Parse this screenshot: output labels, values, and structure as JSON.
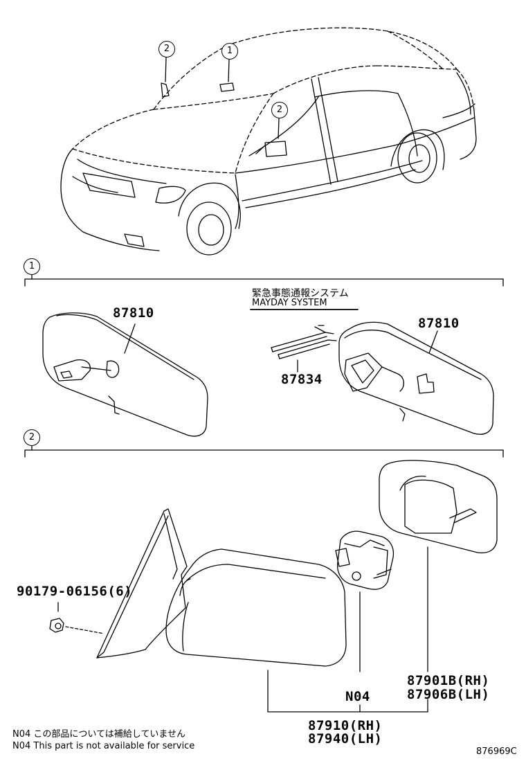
{
  "callouts": {
    "one": "1",
    "two": "2"
  },
  "section1": {
    "marker": "1",
    "system_label_jp": "緊急事態通報システム",
    "system_label_en": "MAYDAY SYSTEM",
    "part_left": "87810",
    "part_right": "87810",
    "part_clip": "87834"
  },
  "section2": {
    "marker": "2",
    "bolt": "90179-06156(6)",
    "glass_rh": "87901B(RH)",
    "glass_lh": "87906B(LH)",
    "n04": "N04",
    "assy_rh": "87910(RH)",
    "assy_lh": "87940(LH)"
  },
  "notes": {
    "jp": "N04 この部品については補給していません",
    "en": "N04 This part is not available for service"
  },
  "diagram_id": "876969C"
}
